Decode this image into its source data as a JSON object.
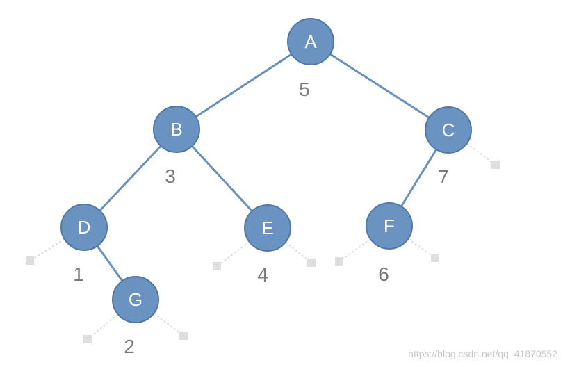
{
  "tree": {
    "nodes": [
      {
        "id": "A",
        "label": "A",
        "order": "5"
      },
      {
        "id": "B",
        "label": "B",
        "order": "3"
      },
      {
        "id": "C",
        "label": "C",
        "order": "7"
      },
      {
        "id": "D",
        "label": "D",
        "order": "1"
      },
      {
        "id": "E",
        "label": "E",
        "order": "4"
      },
      {
        "id": "F",
        "label": "F",
        "order": "6"
      },
      {
        "id": "G",
        "label": "G",
        "order": "2"
      }
    ],
    "edges": [
      [
        "A",
        "B"
      ],
      [
        "A",
        "C"
      ],
      [
        "B",
        "D"
      ],
      [
        "B",
        "E"
      ],
      [
        "C",
        "F"
      ],
      [
        "D",
        "G"
      ]
    ],
    "null_children": [
      {
        "parent": "C",
        "side": "right"
      },
      {
        "parent": "D",
        "side": "left"
      },
      {
        "parent": "E",
        "side": "left"
      },
      {
        "parent": "E",
        "side": "right"
      },
      {
        "parent": "F",
        "side": "left"
      },
      {
        "parent": "F",
        "side": "right"
      },
      {
        "parent": "G",
        "side": "left"
      },
      {
        "parent": "G",
        "side": "right"
      }
    ],
    "colors": {
      "node_fill": "#6a93c2",
      "edge": "#6a8fba",
      "null_marker": "#dedede"
    }
  },
  "watermark": "https://blog.csdn.net/qq_41870552"
}
